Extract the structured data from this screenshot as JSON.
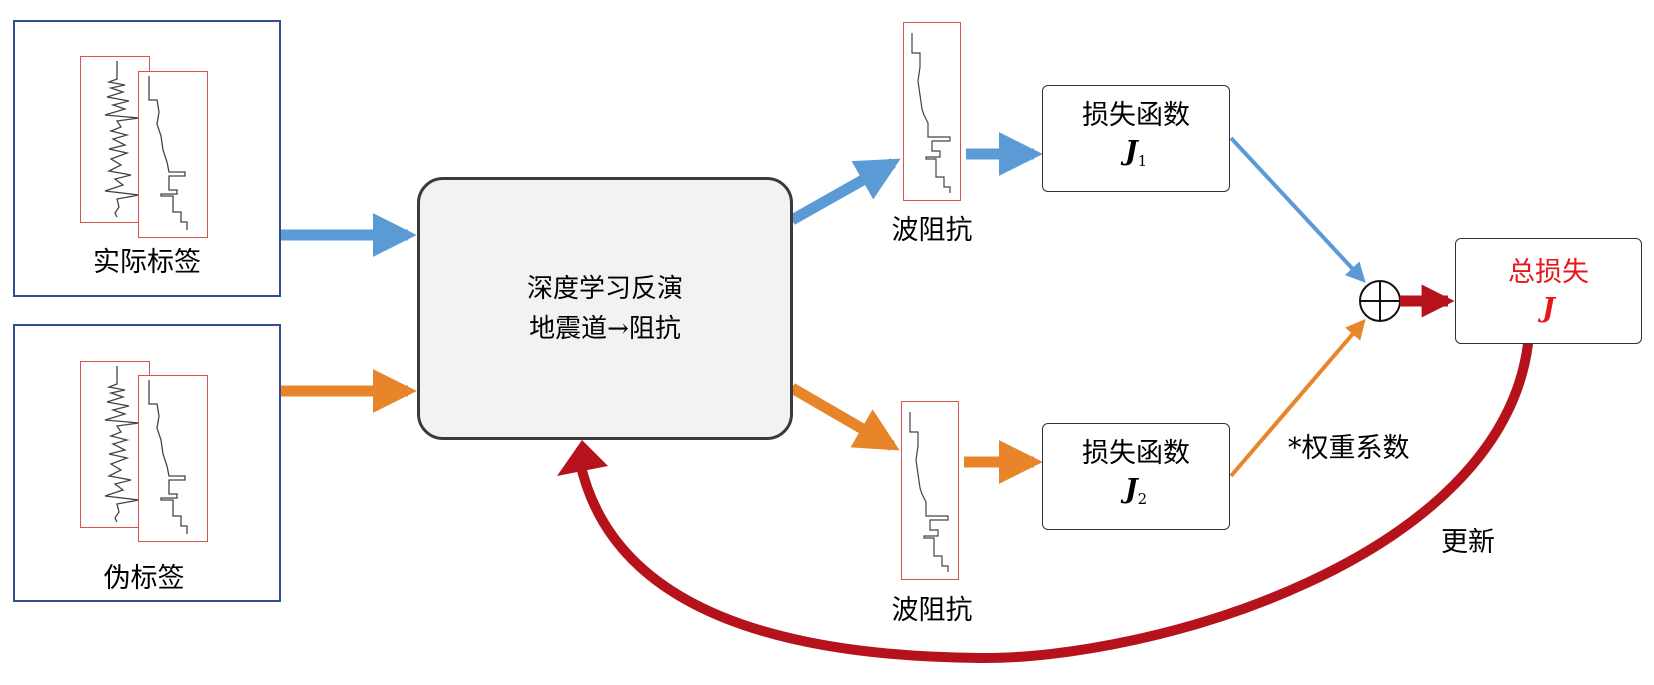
{
  "diagram": {
    "inputs": {
      "real_label": {
        "caption": "实际标签"
      },
      "pseudo_label": {
        "caption": "伪标签"
      }
    },
    "network": {
      "line1": "深度学习反演",
      "line2": "地震道→阻抗"
    },
    "outputs": {
      "impedance_top": {
        "caption": "波阻抗"
      },
      "impedance_bottom": {
        "caption": "波阻抗"
      }
    },
    "losses": {
      "loss1": {
        "title": "损失函数",
        "symbol": "J",
        "subscript": "1"
      },
      "loss2": {
        "title": "损失函数",
        "symbol": "J",
        "subscript": "2"
      },
      "total": {
        "title": "总损失",
        "symbol": "J"
      }
    },
    "annotations": {
      "weight": "*权重系数",
      "update": "更新"
    },
    "sum_operator": "⊕",
    "colors": {
      "blue_path": "#5b9bd5",
      "orange_path": "#e8842a",
      "feedback_red": "#b5121b",
      "total_text": "#e8161b",
      "label_box_border": "#2f4f8f",
      "trace_frame": "#d9534f"
    }
  }
}
